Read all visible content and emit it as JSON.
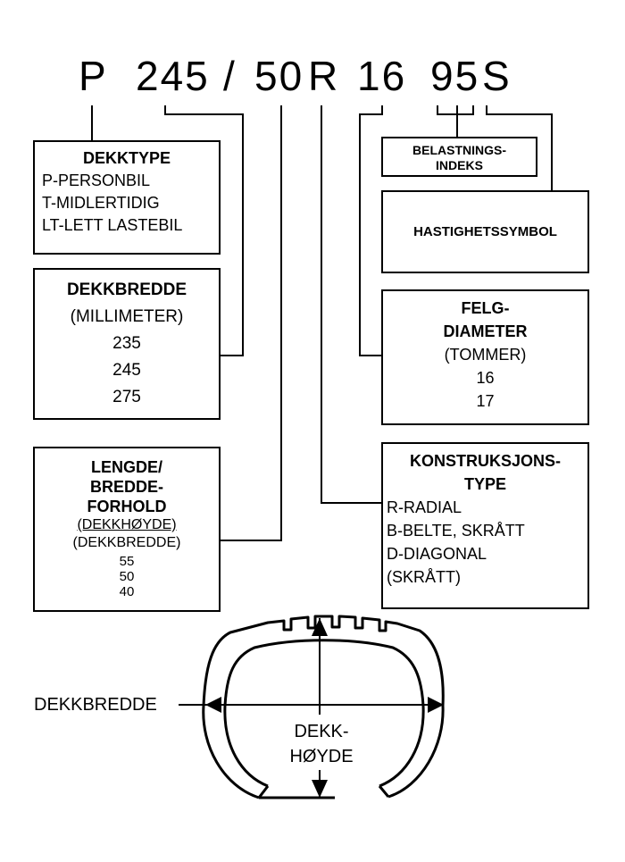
{
  "code": {
    "p": "P",
    "width": "245",
    "slash": "/",
    "aspect": "50",
    "r": "R",
    "rim": "16",
    "load": "95",
    "speed": "S"
  },
  "boxes": {
    "dekktype": {
      "title": "DEKKTYPE",
      "lines": [
        "P-PERSONBIL",
        "T-MIDLERTIDIG",
        "LT-LETT LASTEBIL"
      ]
    },
    "dekkbredde": {
      "title": "DEKKBREDDE",
      "unit": "(MILLIMETER)",
      "values": [
        "235",
        "245",
        "275"
      ]
    },
    "lengde": {
      "title": [
        "LENGDE/",
        "BREDDE-",
        "FORHOLD"
      ],
      "ratio_top": "(DEKKHØYDE)",
      "ratio_bottom": "(DEKKBREDDE)",
      "values": [
        "55",
        "50",
        "40"
      ]
    },
    "belastning": {
      "title": [
        "BELASTNINGS-",
        "INDEKS"
      ]
    },
    "hastighet": {
      "title": "HASTIGHETSSYMBOL"
    },
    "felg": {
      "title": [
        "FELG-",
        "DIAMETER"
      ],
      "unit": "(TOMMER)",
      "values": [
        "16",
        "17"
      ]
    },
    "konstruksjon": {
      "title": [
        "KONSTRUKSJONS-",
        "TYPE"
      ],
      "lines": [
        "R-RADIAL",
        "B-BELTE, SKRÅTT",
        "D-DIAGONAL",
        "(SKRÅTT)"
      ]
    }
  },
  "tire": {
    "width_label": "DEKKBREDDE",
    "height_label": [
      "DEKK-",
      "HØYDE"
    ]
  }
}
